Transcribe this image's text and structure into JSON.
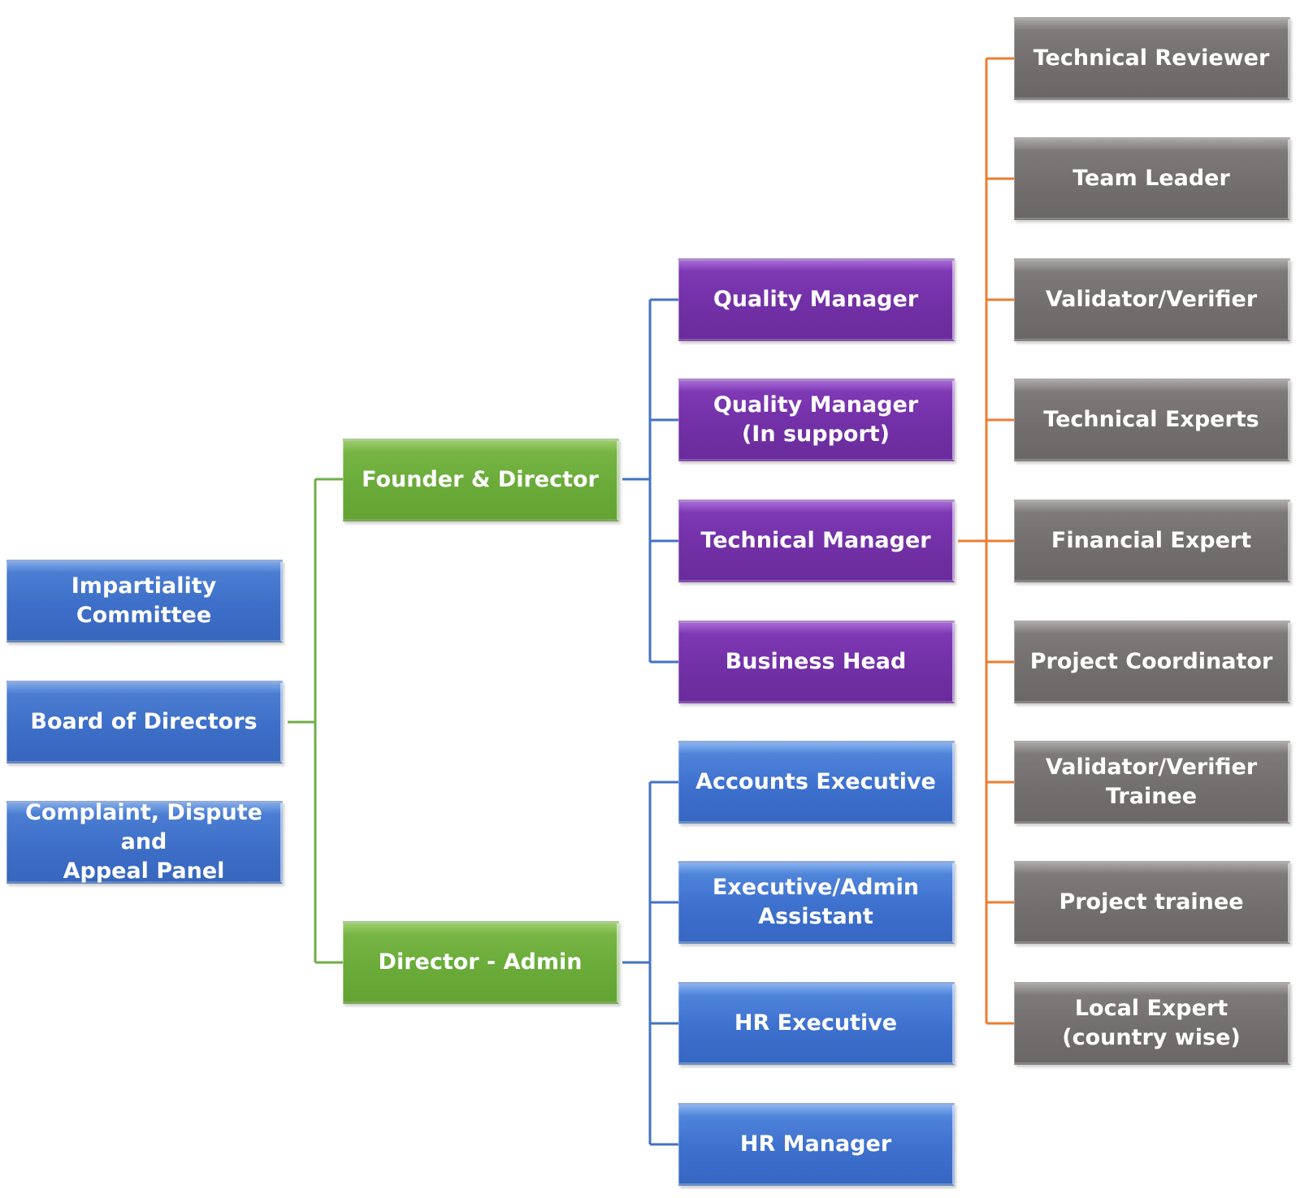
{
  "nodes": {
    "impartiality_committee": "Impartiality Committee",
    "board_of_directors": "Board of Directors",
    "complaint_panel": "Complaint, Dispute and\nAppeal Panel",
    "founder_director": "Founder & Director",
    "director_admin": "Director - Admin",
    "quality_manager": "Quality Manager",
    "quality_manager_support": "Quality Manager\n(In support)",
    "technical_manager": "Technical Manager",
    "business_head": "Business Head",
    "accounts_executive": "Accounts Executive",
    "executive_admin_assistant": "Executive/Admin\nAssistant",
    "hr_executive": "HR Executive",
    "hr_manager": "HR Manager",
    "technical_reviewer": "Technical Reviewer",
    "team_leader": "Team Leader",
    "validator_verifier": "Validator/Verifier",
    "technical_experts": "Technical Experts",
    "financial_expert": "Financial Expert",
    "project_coordinator": "Project Coordinator",
    "validator_verifier_trainee": "Validator/Verifier\nTrainee",
    "project_trainee": "Project trainee",
    "local_expert": "Local Expert\n(country wise)"
  },
  "colors": {
    "board_blue": "#4472c4",
    "director_green": "#70ad47",
    "manager_purple": "#7030a0",
    "admin_blue": "#4472c4",
    "staff_gray": "#767171",
    "connector_green": "#70ad47",
    "connector_blue": "#4472c4",
    "connector_orange": "#ed7d31"
  }
}
